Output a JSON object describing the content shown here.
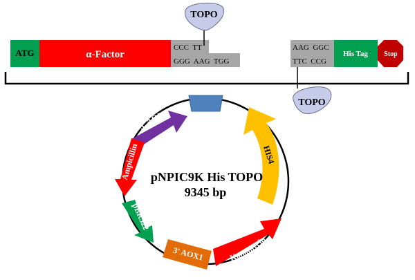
{
  "top_strip": {
    "left_boxes": {
      "atg": "ATG",
      "alpha_factor": "α-Factor",
      "seq_top": "CCC  TT",
      "seq_bottom": "GGG  AAG  TGG"
    },
    "right_boxes": {
      "seq_top": "AAG  GGC",
      "seq_bottom": "TTC  CCG",
      "his_tag": "His Tag",
      "stop": "Stop"
    },
    "topo_labels": [
      "TOPO",
      "TOPO"
    ]
  },
  "plasmid": {
    "name": "pNPIC9K His TOPO",
    "size": "9345 bp",
    "features": [
      {
        "label": "5' AOX1",
        "color": "#7030a0"
      },
      {
        "label": "Ampicillin",
        "color": "#ff0000"
      },
      {
        "label": "pBR322",
        "color": "#00a050"
      },
      {
        "label": "3' AOX1",
        "color": "#e36c09"
      },
      {
        "label": "Kanamycin",
        "color": "#ff0000"
      },
      {
        "label": "HIS4",
        "color": "#ffc000"
      }
    ],
    "insert_color": "#4f81bd"
  },
  "colors": {
    "green": "#00a050",
    "red": "#ff0000",
    "gray": "#a6a6a6",
    "stop_red": "#c00000",
    "topo_fill": "#c5cbe8"
  }
}
